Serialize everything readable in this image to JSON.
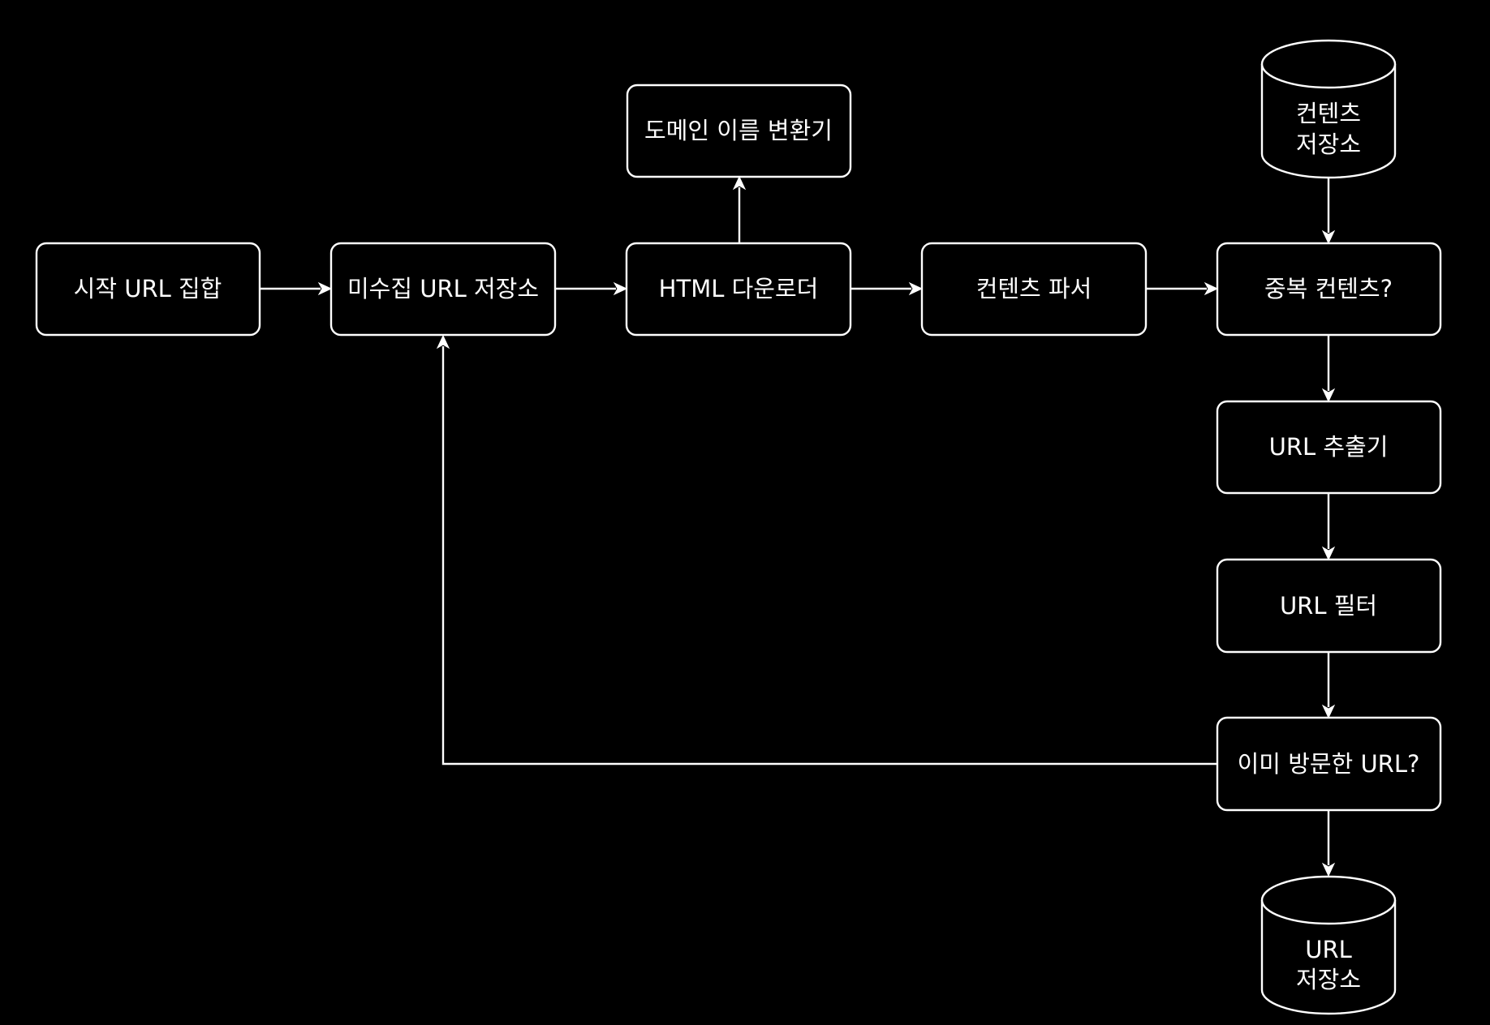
{
  "diagram": {
    "nodes": {
      "start_urls": {
        "label": "시작 URL 집합",
        "shape": "box"
      },
      "frontier": {
        "label": "미수집 URL 저장소",
        "shape": "box"
      },
      "dns_resolver": {
        "label": "도메인 이름 변환기",
        "shape": "box"
      },
      "html_downloader": {
        "label": "HTML 다운로더",
        "shape": "box"
      },
      "content_parser": {
        "label": "컨텐츠 파서",
        "shape": "box"
      },
      "content_seen": {
        "label": "중복 컨텐츠?",
        "shape": "box"
      },
      "content_storage": {
        "line1": "컨텐츠",
        "line2": "저장소",
        "shape": "cylinder"
      },
      "url_extractor": {
        "label": "URL 추출기",
        "shape": "box"
      },
      "url_filter": {
        "label": "URL 필터",
        "shape": "box"
      },
      "url_seen": {
        "label": "이미 방문한 URL?",
        "shape": "box"
      },
      "url_storage": {
        "line1": "URL",
        "line2": "저장소",
        "shape": "cylinder"
      }
    },
    "edges": [
      {
        "from": "start_urls",
        "to": "frontier"
      },
      {
        "from": "frontier",
        "to": "html_downloader"
      },
      {
        "from": "html_downloader",
        "to": "dns_resolver"
      },
      {
        "from": "html_downloader",
        "to": "content_parser"
      },
      {
        "from": "content_parser",
        "to": "content_seen"
      },
      {
        "from": "content_storage",
        "to": "content_seen"
      },
      {
        "from": "content_seen",
        "to": "url_extractor"
      },
      {
        "from": "url_extractor",
        "to": "url_filter"
      },
      {
        "from": "url_filter",
        "to": "url_seen"
      },
      {
        "from": "url_seen",
        "to": "url_storage"
      },
      {
        "from": "url_seen",
        "to": "frontier"
      }
    ],
    "colors": {
      "background": "#000000",
      "foreground": "#ffffff"
    }
  }
}
